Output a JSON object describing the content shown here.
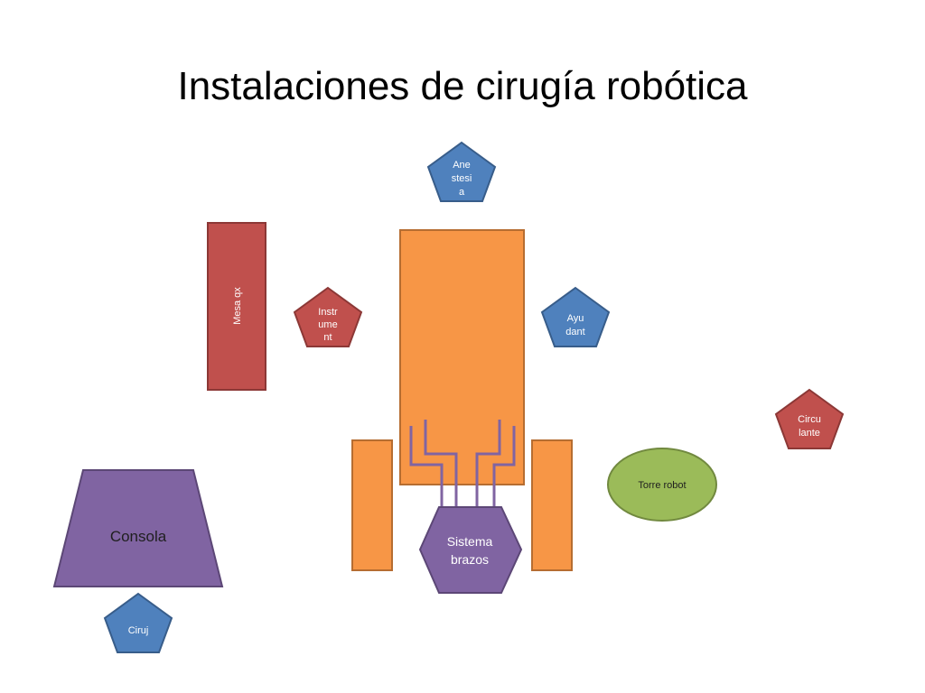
{
  "title": "Instalaciones de cirugía robótica",
  "colors": {
    "orange_fill": "#F79646",
    "orange_stroke": "#B66D31",
    "red_fill": "#C0504D",
    "red_stroke": "#8C3836",
    "blue_fill": "#4F81BD",
    "blue_stroke": "#385D8A",
    "purple_fill": "#8064A2",
    "purple_stroke": "#5C4776",
    "green_fill": "#9BBB59",
    "green_stroke": "#71893F"
  },
  "nodes": {
    "anestesia": {
      "lines": [
        "Ane",
        "stesi",
        "a"
      ]
    },
    "mesa_qx": {
      "label": "Mesa qx"
    },
    "instrumentista": {
      "lines": [
        "Instr",
        "ume",
        "nt"
      ]
    },
    "ayudante": {
      "lines": [
        "Ayu",
        "dant"
      ]
    },
    "circulante": {
      "lines": [
        "Circu",
        "lante"
      ]
    },
    "torre_robot": {
      "label": "Torre robot"
    },
    "consola": {
      "label": "Consola"
    },
    "sistema_brazos": {
      "lines": [
        "Sistema",
        "brazos"
      ]
    },
    "cirujano": {
      "label": "Ciruj"
    }
  }
}
